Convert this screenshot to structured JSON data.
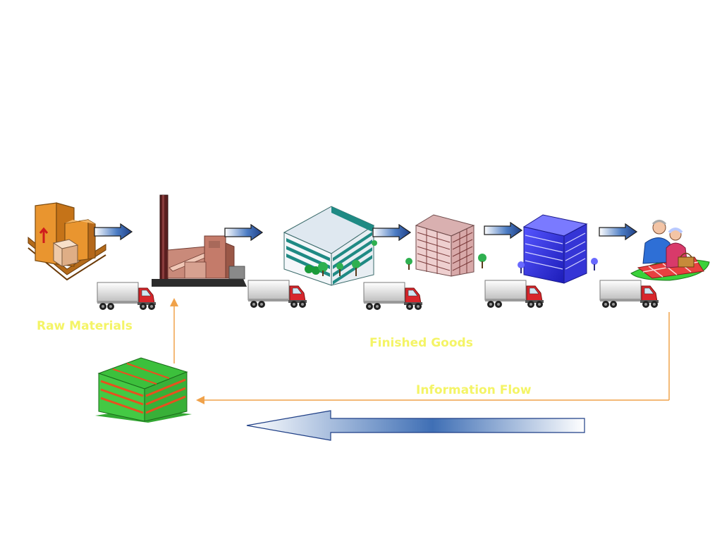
{
  "labels": {
    "raw_materials": "Raw Materials",
    "finished_goods": "Finished Goods",
    "information_flow": "Information Flow"
  },
  "colors": {
    "label_text": "#f4f466",
    "info_line": "#f0a24a",
    "flow_arrow_dark": "#3f6fb5",
    "flow_arrow_light": "#ffffff"
  },
  "stages": [
    {
      "id": "supplier",
      "icon": "crates-pallet-icon"
    },
    {
      "id": "factory",
      "icon": "factory-smokestack-icon"
    },
    {
      "id": "distribution-center",
      "icon": "office-building-teal-icon"
    },
    {
      "id": "wholesaler",
      "icon": "office-building-pink-icon"
    },
    {
      "id": "retailer",
      "icon": "office-building-blue-icon"
    },
    {
      "id": "consumer",
      "icon": "picnic-couple-icon"
    }
  ],
  "feedback_node": {
    "icon": "office-building-green-red-icon"
  }
}
